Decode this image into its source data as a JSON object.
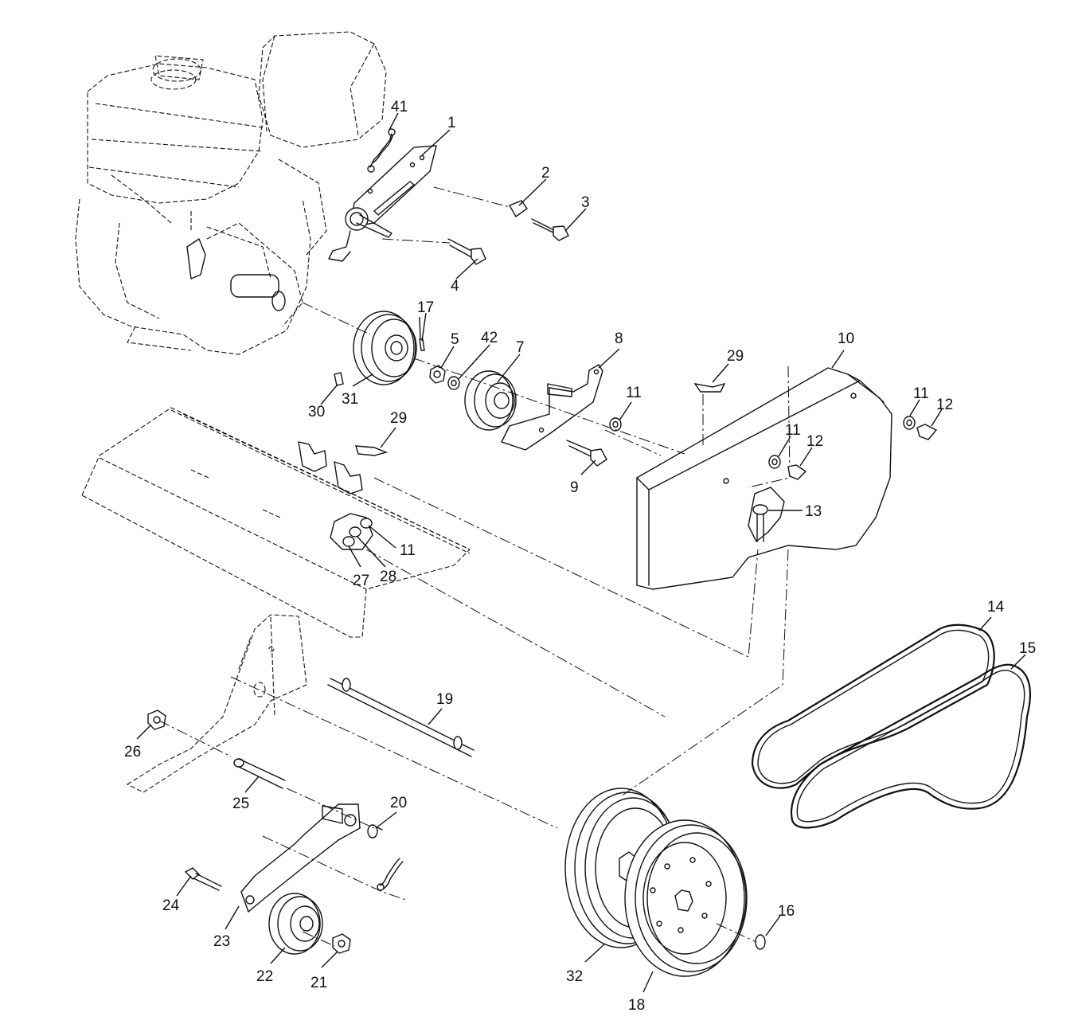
{
  "callouts": [
    {
      "id": "1",
      "text": "1"
    },
    {
      "id": "2",
      "text": "2"
    },
    {
      "id": "3",
      "text": "3"
    },
    {
      "id": "4",
      "text": "4"
    },
    {
      "id": "5",
      "text": "5"
    },
    {
      "id": "7",
      "text": "7"
    },
    {
      "id": "8",
      "text": "8"
    },
    {
      "id": "9",
      "text": "9"
    },
    {
      "id": "10",
      "text": "10"
    },
    {
      "id": "11a",
      "text": "11"
    },
    {
      "id": "11b",
      "text": "11"
    },
    {
      "id": "11c",
      "text": "11"
    },
    {
      "id": "11d",
      "text": "11"
    },
    {
      "id": "12a",
      "text": "12"
    },
    {
      "id": "12b",
      "text": "12"
    },
    {
      "id": "13",
      "text": "13"
    },
    {
      "id": "14",
      "text": "14"
    },
    {
      "id": "15",
      "text": "15"
    },
    {
      "id": "16",
      "text": "16"
    },
    {
      "id": "17",
      "text": "17"
    },
    {
      "id": "18",
      "text": "18"
    },
    {
      "id": "19",
      "text": "19"
    },
    {
      "id": "20",
      "text": "20"
    },
    {
      "id": "21",
      "text": "21"
    },
    {
      "id": "22",
      "text": "22"
    },
    {
      "id": "23",
      "text": "23"
    },
    {
      "id": "24",
      "text": "24"
    },
    {
      "id": "25",
      "text": "25"
    },
    {
      "id": "26",
      "text": "26"
    },
    {
      "id": "27",
      "text": "27"
    },
    {
      "id": "28",
      "text": "28"
    },
    {
      "id": "29a",
      "text": "29"
    },
    {
      "id": "29b",
      "text": "29"
    },
    {
      "id": "30",
      "text": "30"
    },
    {
      "id": "31",
      "text": "31"
    },
    {
      "id": "32",
      "text": "32"
    },
    {
      "id": "41",
      "text": "41"
    },
    {
      "id": "42",
      "text": "42"
    }
  ]
}
